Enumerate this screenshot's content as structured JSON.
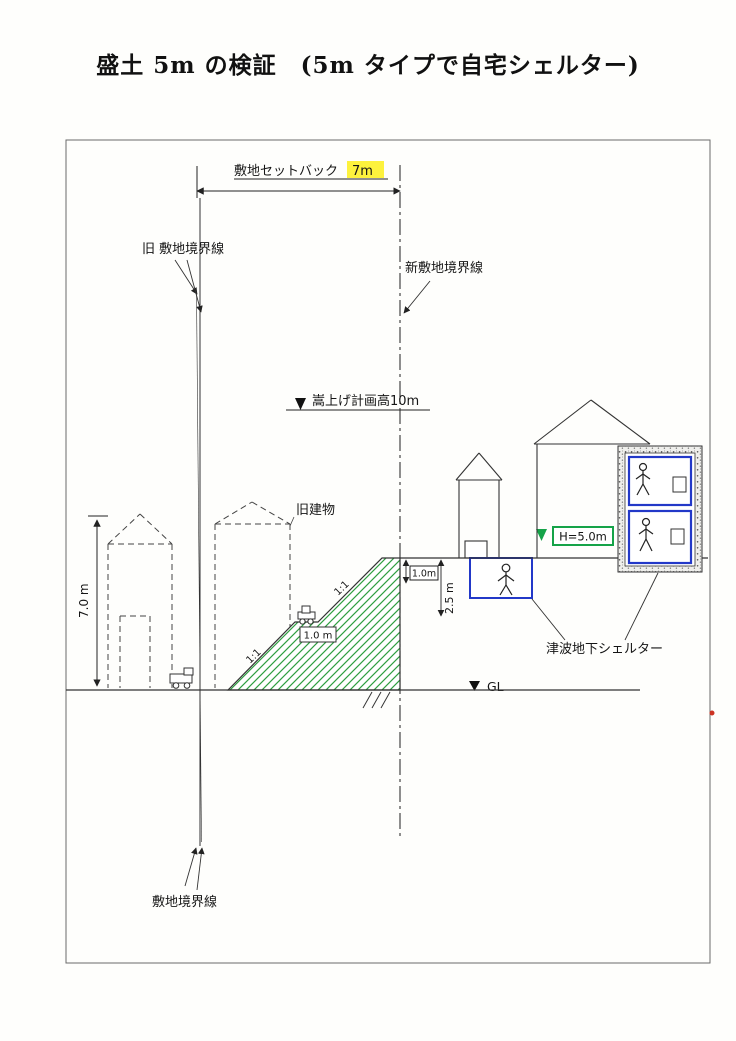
{
  "page_title": "盛土 5m の検証　(5m タイプで自宅シェルター)",
  "labels": {
    "setback": "敷地セットバック",
    "setback_value": "7m",
    "old_boundary": "旧 敷地境界線",
    "new_boundary": "新敷地境界線",
    "raised_plan_height": "嵩上げ計画高10m",
    "old_building": "旧建物",
    "height_7m": "7.0 m",
    "slope": "1:1",
    "bench_height": "1.0 m",
    "cover_depth": "1.0m",
    "shelter_depth": "2.5 m",
    "shelter_height": "H=5.0m",
    "tsunami_shelter": "津波地下シェルター",
    "ground_level": "GL",
    "bottom_boundary": "敷地境界線"
  },
  "colors": {
    "embankment_hatch_green": "#2f9e41",
    "shelter_outline_blue": "#2238c8",
    "height_marker_green": "#15a348",
    "highlight_yellow": "#fdf23d",
    "line_black": "#222222",
    "accent_red_dot": "#cc3322"
  }
}
